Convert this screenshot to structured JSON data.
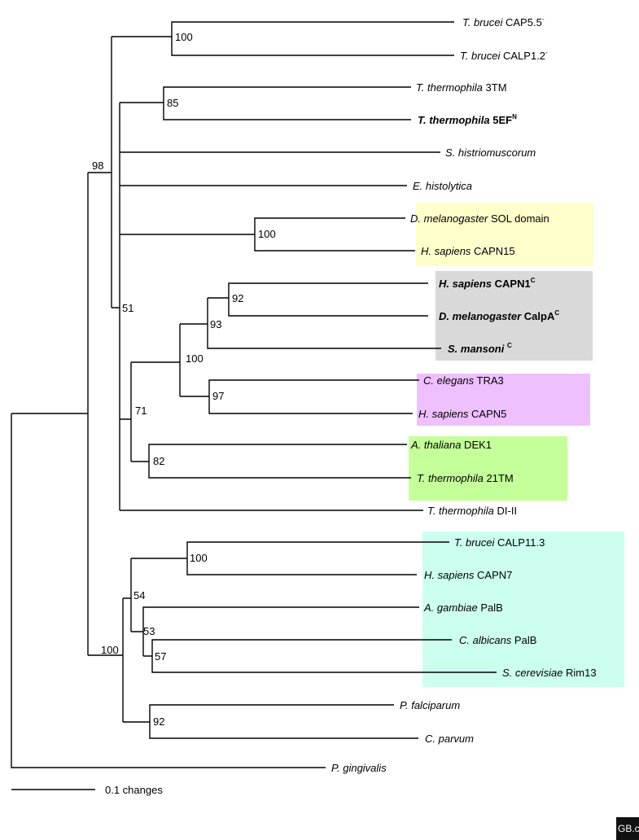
{
  "colors": {
    "yellow_box": "#ffffcc",
    "gray_box": "#d9d9d9",
    "pink_box": "#eec0ff",
    "green_box": "#c4ff99",
    "cyan_box": "#ccfff0",
    "line": "#000000"
  },
  "taxa": [
    {
      "id": "t1",
      "sp": "T. brucei",
      "suf": " CAP5.5",
      "sup": "-",
      "bold": false
    },
    {
      "id": "t2",
      "sp": "T. brucei",
      "suf": " CALP1.2",
      "sup": "-",
      "bold": false
    },
    {
      "id": "t3",
      "sp": "T. thermophila",
      "suf": " 3TM",
      "sup": "",
      "bold": false
    },
    {
      "id": "t4",
      "sp": "T. thermophila",
      "suf": " 5EF",
      "sup": "N",
      "bold": true
    },
    {
      "id": "t5",
      "sp": "S. histriomuscorum",
      "suf": "",
      "sup": "",
      "bold": false
    },
    {
      "id": "t6",
      "sp": "E. histolytica",
      "suf": "",
      "sup": "",
      "bold": false
    },
    {
      "id": "t7",
      "sp": "D. melanogaster",
      "suf": " SOL domain",
      "sup": "",
      "bold": false
    },
    {
      "id": "t8",
      "sp": "H. sapiens",
      "suf": " CAPN15",
      "sup": "",
      "bold": false
    },
    {
      "id": "t9",
      "sp": "H. sapiens",
      "suf": " CAPN1",
      "sup": "C",
      "bold": true
    },
    {
      "id": "t10",
      "sp": "D. melanogaster",
      "suf": " CalpA",
      "sup": "C",
      "bold": true
    },
    {
      "id": "t11",
      "sp": "S. mansoni",
      "suf": " ",
      "sup": "C",
      "bold": true
    },
    {
      "id": "t12",
      "sp": "C. elegans",
      "suf": " TRA3",
      "sup": "",
      "bold": false
    },
    {
      "id": "t13",
      "sp": "H. sapiens",
      "suf": " CAPN5",
      "sup": "",
      "bold": false
    },
    {
      "id": "t14",
      "sp": "A. thaliana",
      "suf": " DEK1",
      "sup": "",
      "bold": false
    },
    {
      "id": "t15",
      "sp": "T. thermophila",
      "suf": " 21TM",
      "sup": "",
      "bold": false
    },
    {
      "id": "t16",
      "sp": "T. thermophila",
      "suf": " DI-II",
      "sup": "",
      "bold": false
    },
    {
      "id": "t17",
      "sp": "T. brucei",
      "suf": " CALP11.3",
      "sup": "",
      "bold": false
    },
    {
      "id": "t18",
      "sp": "H. sapiens",
      "suf": " CAPN7",
      "sup": "",
      "bold": false
    },
    {
      "id": "t19",
      "sp": "A. gambiae",
      "suf": " PalB",
      "sup": "",
      "bold": false
    },
    {
      "id": "t20",
      "sp": "C. albicans",
      "suf": " PalB",
      "sup": "",
      "bold": false
    },
    {
      "id": "t21",
      "sp": "S. cerevisiae",
      "suf": " Rim13",
      "sup": "",
      "bold": false
    },
    {
      "id": "t22",
      "sp": "P. falciparum",
      "suf": "",
      "sup": "",
      "bold": false
    },
    {
      "id": "t23",
      "sp": "C. parvum",
      "suf": "",
      "sup": "",
      "bold": false
    },
    {
      "id": "t24",
      "sp": "P. gingivalis",
      "suf": "",
      "sup": "",
      "bold": false
    }
  ],
  "bootstraps": [
    "100",
    "85",
    "98",
    "100",
    "51",
    "92",
    "93",
    "100",
    "97",
    "71",
    "82",
    "100",
    "54",
    "53",
    "57",
    "100",
    "92"
  ],
  "scale_bar": {
    "label": "0.1 changes",
    "value": 0.1
  },
  "logo_text": "GB.c"
}
